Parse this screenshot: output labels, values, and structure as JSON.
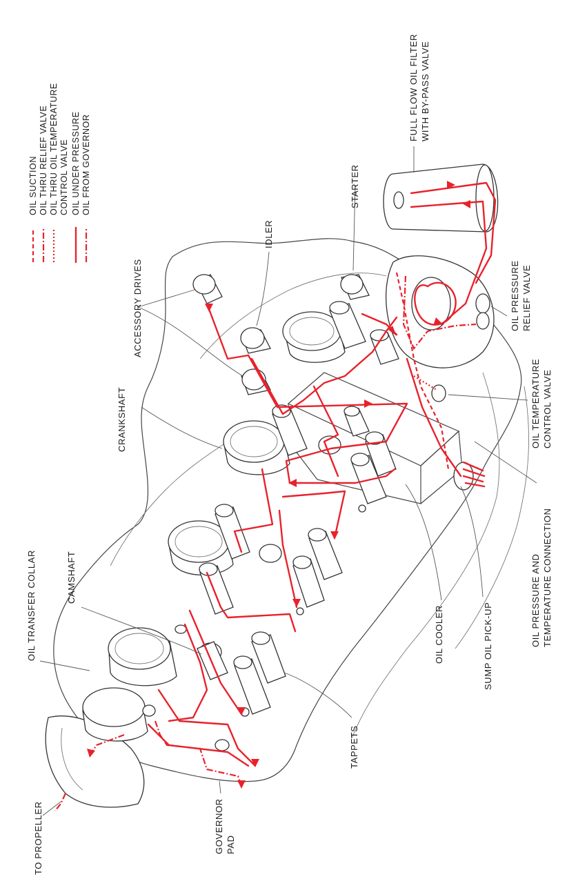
{
  "colors": {
    "oil_flow": "#e8222c",
    "linework": "#333333"
  },
  "legend": [
    {
      "id": "suction",
      "label": "OIL SUCTION",
      "style": "dash"
    },
    {
      "id": "relief",
      "label": "OIL THRU RELIEF VALVE",
      "style": "dashdot"
    },
    {
      "id": "temp",
      "label": "OIL THRU OIL TEMPERATURE",
      "label2": "CONTROL VALVE",
      "style": "dot"
    },
    {
      "id": "pressure",
      "label": "OIL UNDER PRESSURE",
      "style": "solid"
    },
    {
      "id": "governor",
      "label": "OIL FROM GOVERNOR",
      "style": "dotdash"
    }
  ],
  "labels": {
    "filter_line1": "FULL FLOW OIL FILTER",
    "filter_line2": "WITH BY-PASS VALVE",
    "starter": "STARTER",
    "idler": "IDLER",
    "accessory_drives": "ACCESSORY DRIVES",
    "crankshaft": "CRANKSHAFT",
    "relief_line1": "OIL PRESSURE",
    "relief_line2": "RELIEF VALVE",
    "temp_line1": "OIL TEMPERATURE",
    "temp_line2": "CONTROL VALVE",
    "press_conn_line1": "OIL PRESSURE AND",
    "press_conn_line2": "TEMPERATURE CONNECTION",
    "sump": "SUMP OIL PICK-UP",
    "oil_cooler": "OIL COOLER",
    "camshaft": "CAMSHAFT",
    "transfer_collar": "OIL TRANSFER COLLAR",
    "tappets": "TAPPETS",
    "to_propeller": "TO PROPELLER",
    "governor_line1": "GOVERNOR",
    "governor_line2": "PAD"
  }
}
